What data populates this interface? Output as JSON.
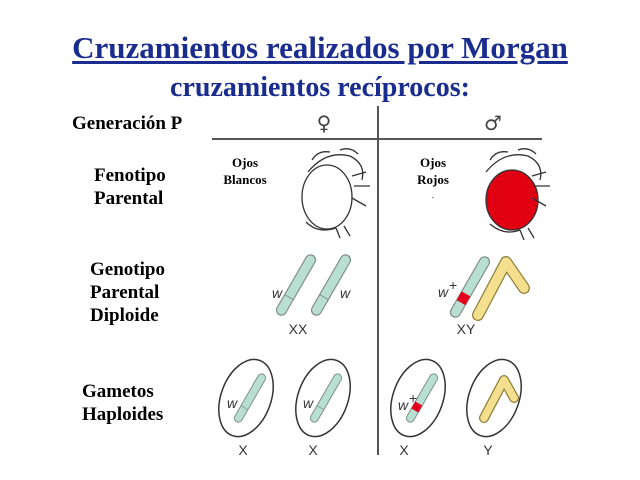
{
  "title": {
    "line1": "Cruzamientos realizados por Morgan",
    "line2": "cruzamientos recíprocos:"
  },
  "row_labels": {
    "generation": "Generación P",
    "phenotype": [
      "Fenotipo",
      "Parental"
    ],
    "genotype": [
      "Genotipo",
      "Parental",
      "Diploide"
    ],
    "gametes": [
      "Gametos",
      "Haploides"
    ]
  },
  "columns": {
    "female_symbol": "♀",
    "male_symbol": "♂"
  },
  "phenotypes": {
    "female": [
      "Ojos",
      "Blancos"
    ],
    "male": [
      "Ojos",
      "Rojos"
    ]
  },
  "allele_labels": {
    "w": "w",
    "w_plus": "w",
    "plus": "+"
  },
  "genotypes": {
    "female": "XX",
    "male": "XY"
  },
  "gametes": {
    "labels": [
      "X",
      "X",
      "X",
      "Y"
    ]
  },
  "colors": {
    "title": "#1a2d8f",
    "x_chromosome": "#b9dfd3",
    "y_chromosome": "#f3df8e",
    "red_allele": "#e3001b",
    "red_eye": "#e00012"
  }
}
